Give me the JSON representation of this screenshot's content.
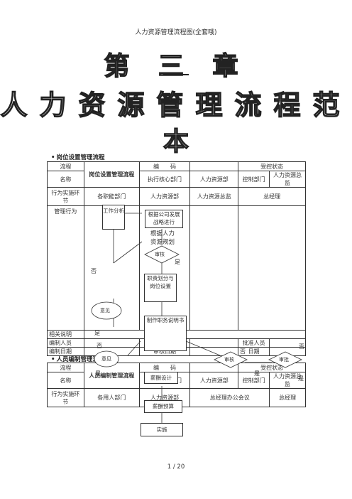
{
  "header": "人力资源管理流程图(全套哦)",
  "title": {
    "line1": "第 三 章",
    "line2": "人力资源管理流程范",
    "line3": "本"
  },
  "section1": {
    "heading": "岗位设置管理流程",
    "row1": {
      "flow": "流程",
      "name_label": "名称",
      "flow_name": "岗位设置管理流程",
      "code": "编　　码",
      "control": "受控状态"
    },
    "row2": {
      "c1": "执行核心部门",
      "c2": "人力资源部",
      "c3": "控制部门",
      "c4": "人力资源总监"
    },
    "row3": {
      "label": "行为实施环节",
      "c1": "各职能部门",
      "c2": "人力资源部",
      "c3": "人力资源总监",
      "c4": "总经理"
    },
    "row4": {
      "label": "管理行为"
    },
    "related": "相关说明",
    "editor": "编制人员",
    "approver": "批准人员",
    "edit_date": "编制日期",
    "date": "日期",
    "review_date": "审核日期"
  },
  "flow1": {
    "work_analysis": "工作分析",
    "per_company": "根据公司发展战略进行",
    "per_hr": "根据人力资源规划",
    "review": "审核",
    "yes": "是",
    "no": "否",
    "opinion": "意见",
    "duties": "职责划分与岗位设置",
    "job_desc": "制作职务说明书",
    "approve": "审批"
  },
  "section2": {
    "heading": "人员编制管理流程",
    "row1": {
      "flow": "流程",
      "name_label": "名称",
      "flow_name": "人员编制管理流程",
      "code": "编　　码",
      "control": "受控状态"
    },
    "row2": {
      "c1": "执行核心部门",
      "c2": "人力资源部",
      "c3": "控制部门",
      "c4": "人力资源总监"
    },
    "row3": {
      "label": "行为实施环节",
      "c1": "各用人部门",
      "c2": "人力资源部",
      "c3": "总经理办公会议",
      "c4": "总经理"
    }
  },
  "flow2": {
    "salary_design": "薪酬设计",
    "salary_budget": "薪酬预算",
    "implement": "实施"
  },
  "footer": "1 / 20"
}
